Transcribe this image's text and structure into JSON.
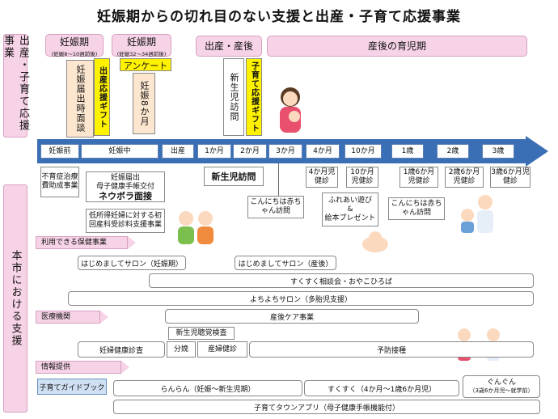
{
  "title": "妊娠期からの切れ目のない支援と出産・子育て応援事業",
  "side_top": "出産・子育て応援事業",
  "side_bottom": "本市における支援",
  "phases": {
    "p1": "妊娠期",
    "p1_sub": "(妊娠8～10週前後)",
    "p2": "妊娠期",
    "p2_sub": "(妊娠32～34週前後)",
    "p3": "出産・産後",
    "p4": "産後の育児期"
  },
  "notes": {
    "todoke": "妊娠届出時面談",
    "gift1": "出産応援ギフト",
    "survey": "アンケート",
    "eight": "妊娠8か月",
    "visit": "新生児訪問",
    "gift2": "子育て応援ギフト"
  },
  "timeline": [
    "妊娠前",
    "妊娠中",
    "出産",
    "1か月",
    "2か月",
    "3か月",
    "4か月",
    "10か月",
    "1歳",
    "2歳",
    "3歳"
  ],
  "boxes": {
    "funin": "不育症治療費助成事業",
    "todokede1": "妊娠届出",
    "todokede2": "母子健康手帳交付",
    "todokede3": "ネウボラ面接",
    "shinseiji": "新生児訪問",
    "k4": "4か月児健診",
    "k10": "10か月児健診",
    "k1y": "1歳6か月児健診",
    "k2y": "2歳6か月児健診",
    "k3y": "3歳6か月児健診",
    "konnichiwa1": "こんにちは赤ちゃん訪問",
    "fureai1": "ふれあい遊び",
    "fureai2": "&",
    "fureai3": "絵本プレゼント",
    "konnichiwa2": "こんにちは赤ちゃん訪問",
    "teishotoku": "低所得妊婦に対する初回産科受診料支援事業"
  },
  "categories": {
    "c1": "利用できる保健事業",
    "c2": "医療機関",
    "c3": "情報提供"
  },
  "bars": {
    "salon1": "はじめましてサロン（妊娠期）",
    "salon2": "はじめましてサロン（産後）",
    "sukusuku": "すくすく相談会・おやこひろば",
    "yochiyochi": "よちよちサロン（多胎児支援）",
    "care": "産後ケア事業",
    "chokaku": "新生児聴覚検査",
    "ninpu": "妊婦健康診査",
    "bunben": "分娩",
    "sanpu": "産婦健診",
    "yobo": "予防接種",
    "guide": "子育てガイドブック",
    "ranran": "らんらん（妊娠～新生児期）",
    "sukusuku2": "すくすく（4か月～1歳6か月児）",
    "gungun": "ぐんぐん",
    "gungun_sub": "（3歳6か月児～就学前）",
    "app": "子育てタウンアプリ（母子健康手帳機能付）"
  },
  "colors": {
    "timeline": "#3a6fb5",
    "pink": "#f6d3e7",
    "yellow": "#fff200",
    "guide": "#cfe0f2"
  }
}
